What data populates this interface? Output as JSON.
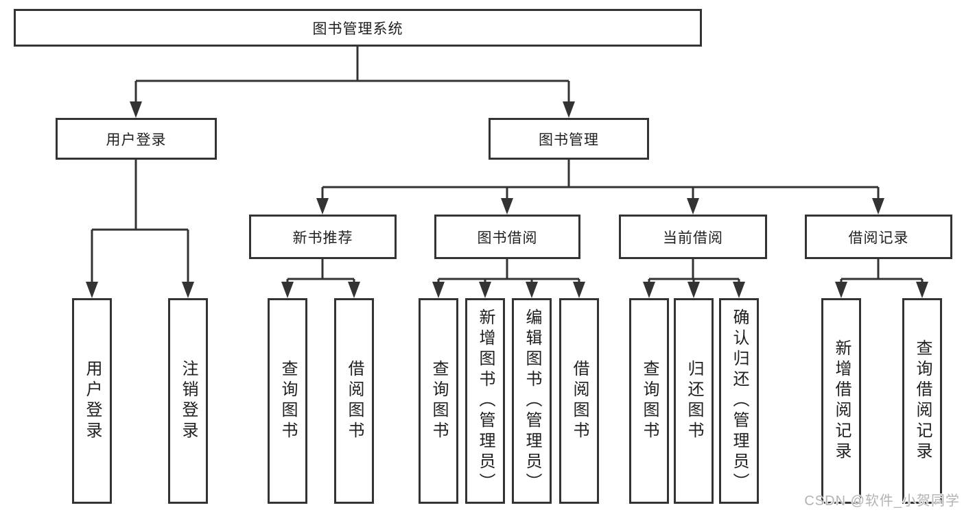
{
  "watermark": "CSDN @软件_小贺同学",
  "colors": {
    "line": "#333333",
    "box_border": "#333333",
    "box_background": "#ffffff",
    "text": "#1f1f1f",
    "watermark": "#b3b3b3"
  },
  "tree": {
    "root": "图书管理系统",
    "branches": {
      "user_login": {
        "label": "用户登录",
        "children": [
          "用户登录",
          "注销登录"
        ]
      },
      "book_mgmt": {
        "label": "图书管理",
        "groups": [
          {
            "label": "新书推荐",
            "children": [
              "查询图书",
              "借阅图书"
            ]
          },
          {
            "label": "图书借阅",
            "children": [
              "查询图书",
              "新增图书（管理员）",
              "编辑图书（管理员）",
              "借阅图书"
            ]
          },
          {
            "label": "当前借阅",
            "children": [
              "查询图书",
              "归还图书",
              "确认归还（管理员）"
            ]
          },
          {
            "label": "借阅记录",
            "children": [
              "新增借阅记录",
              "查询借阅记录"
            ]
          }
        ]
      }
    }
  }
}
